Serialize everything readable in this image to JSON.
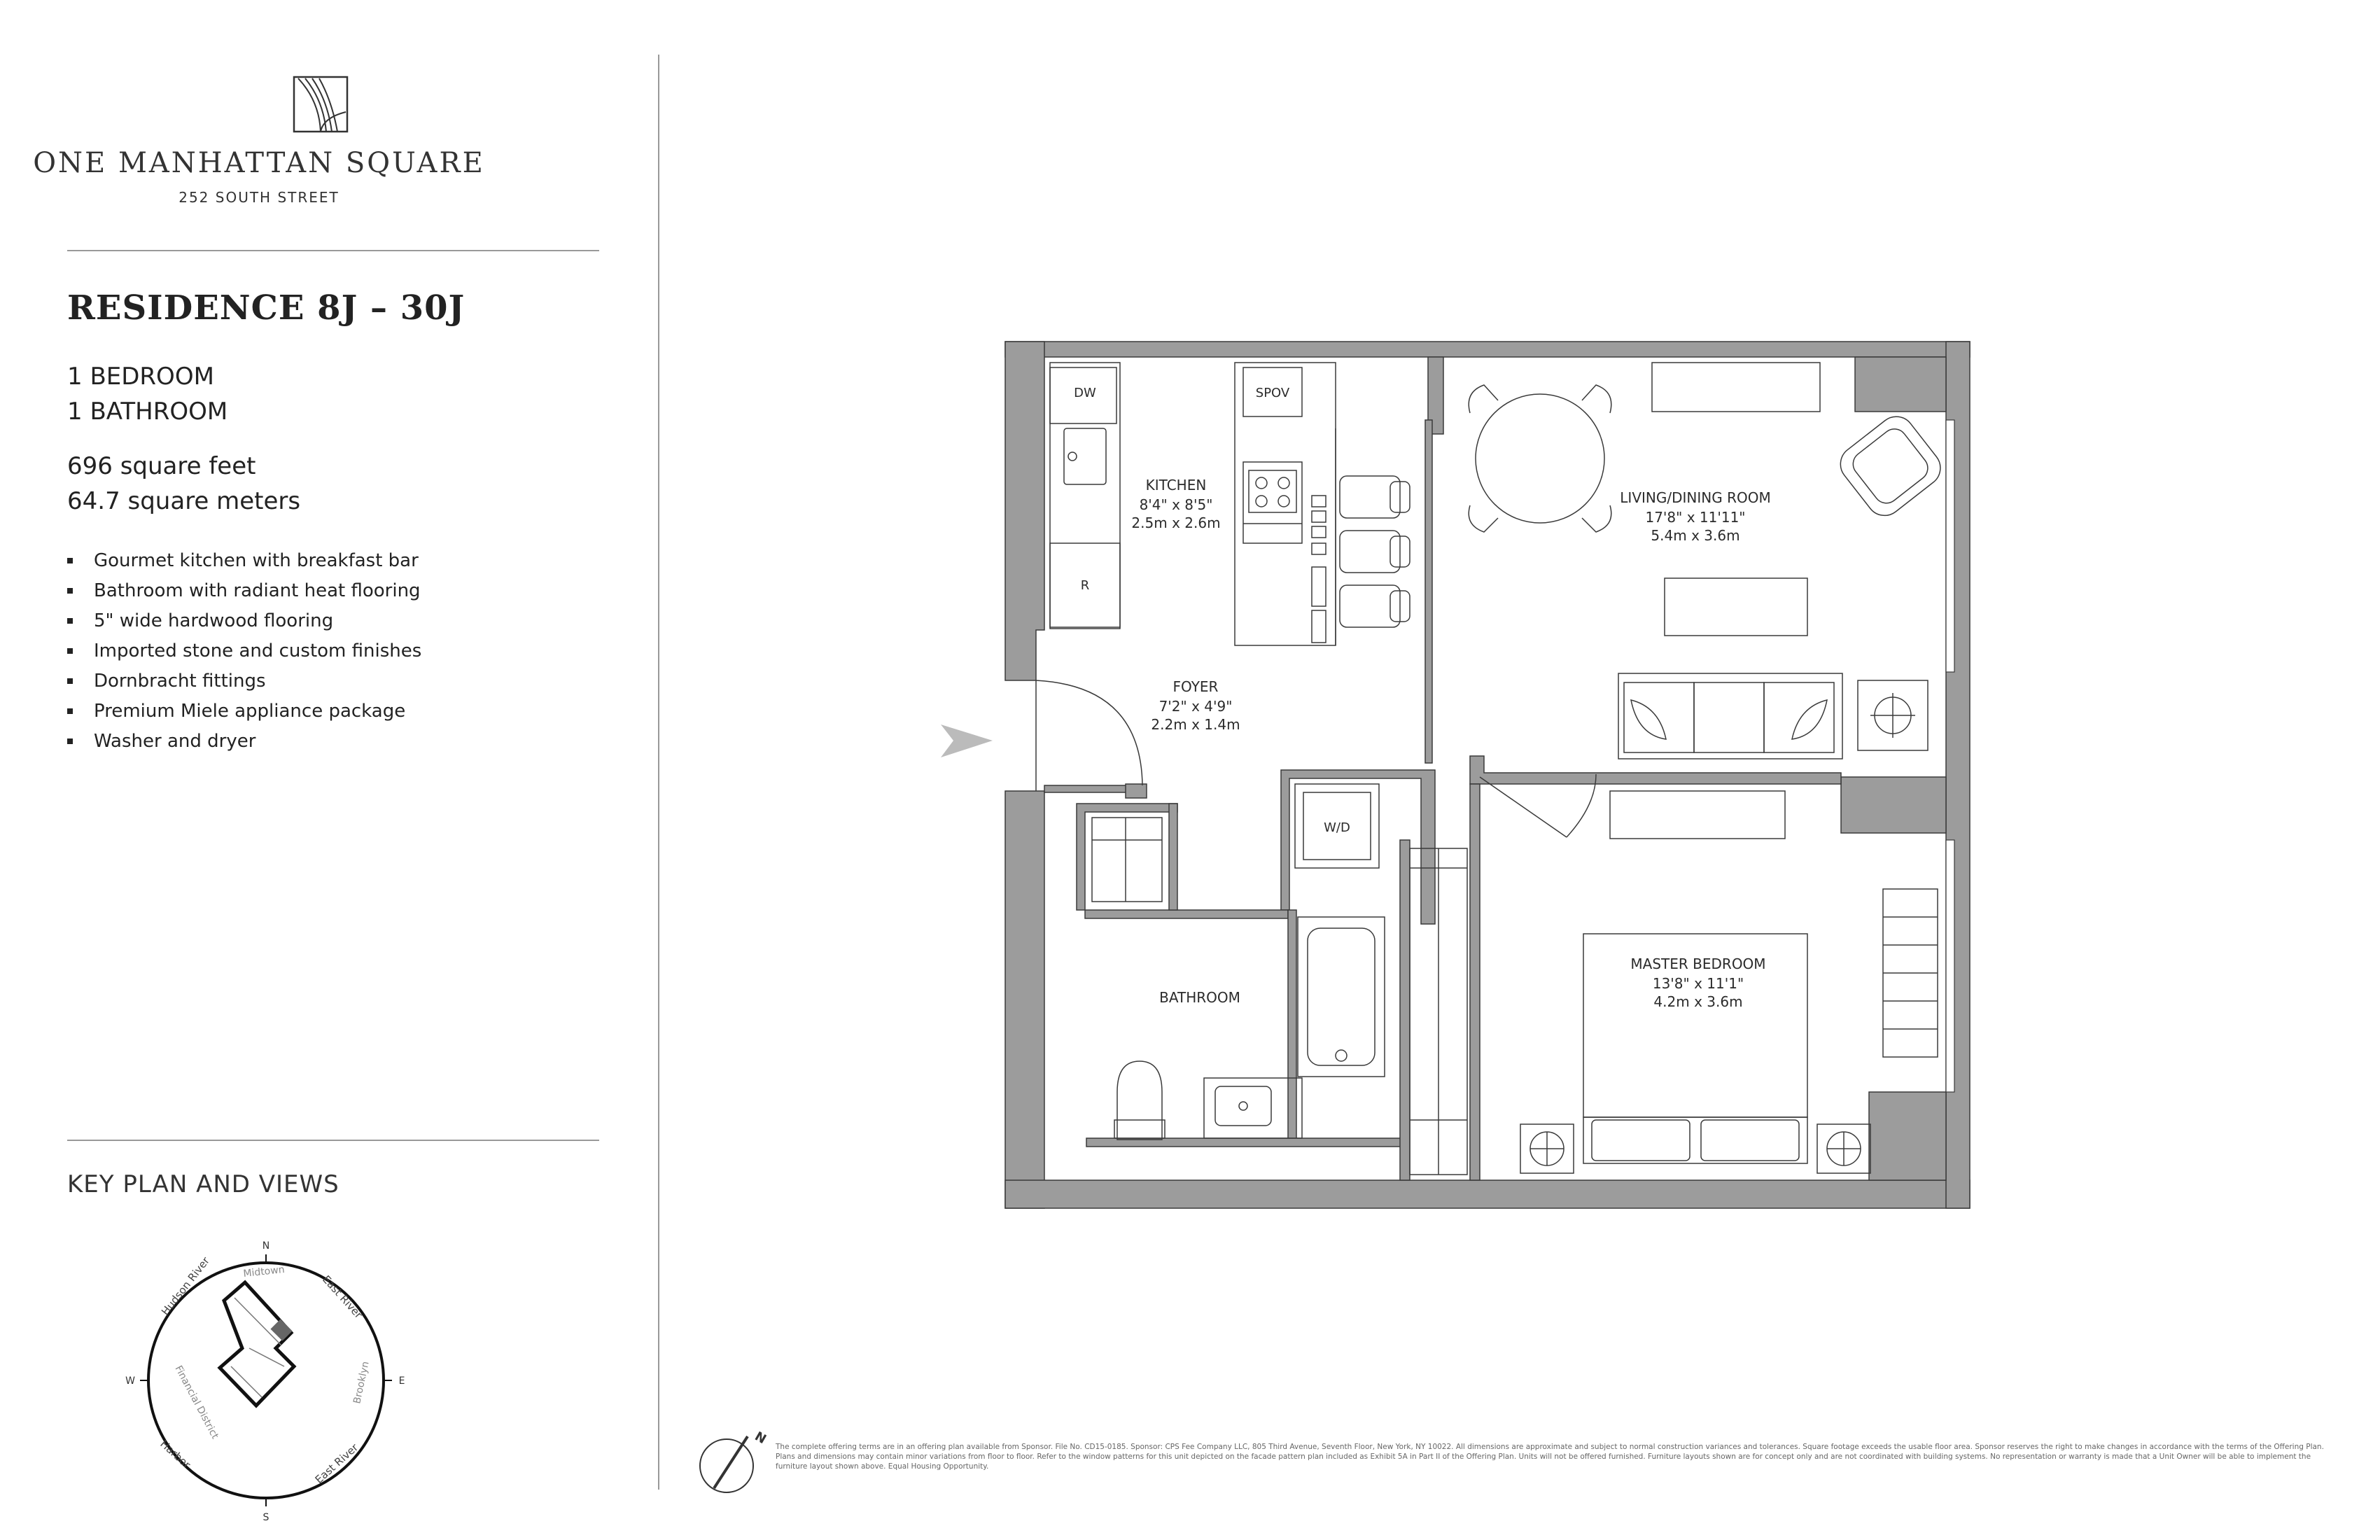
{
  "brand": {
    "name": "ONE MANHATTAN SQUARE",
    "address": "252 SOUTH STREET"
  },
  "residence": {
    "title": "RESIDENCE 8J – 30J",
    "bedrooms": "1 BEDROOM",
    "bathrooms": "1 BATHROOM",
    "area_ft": "696 square feet",
    "area_m": "64.7 square meters"
  },
  "features": [
    "Gourmet kitchen with breakfast bar",
    "Bathroom with radiant heat flooring",
    "5\" wide hardwood flooring",
    "Imported stone and custom finishes",
    "Dornbracht fittings",
    "Premium Miele appliance package",
    "Washer and dryer"
  ],
  "key_plan": {
    "title": "KEY PLAN AND VIEWS",
    "compass": {
      "n": "N",
      "s": "S",
      "e": "E",
      "w": "W"
    },
    "labels": {
      "hudson": "Hudson River",
      "east_river_top": "East River",
      "midtown": "Midtown",
      "brooklyn": "Brooklyn",
      "financial": "Financial District",
      "harbor": "Harbor",
      "east_river_bottom": "East River"
    }
  },
  "rooms": {
    "kitchen": {
      "name": "KITCHEN",
      "ft": "8'4\" x 8'5\"",
      "m": "2.5m x 2.6m"
    },
    "living": {
      "name": "LIVING/DINING ROOM",
      "ft": "17'8\" x 11'11\"",
      "m": "5.4m x 3.6m"
    },
    "foyer": {
      "name": "FOYER",
      "ft": "7'2\" x 4'9\"",
      "m": "2.2m x 1.4m"
    },
    "bathroom": {
      "name": "BATHROOM"
    },
    "master": {
      "name": "MASTER BEDROOM",
      "ft": "13'8\" x 11'1\"",
      "m": "4.2m x 3.6m"
    }
  },
  "appliances": {
    "dw": "DW",
    "spov": "SPOV",
    "r": "R",
    "wd": "W/D"
  },
  "north_label": "N",
  "disclaimer": "The complete offering terms are in an offering plan available from Sponsor. File No. CD15-0185. Sponsor: CPS Fee Company LLC, 805 Third Avenue, Seventh Floor, New York, NY 10022. All dimensions are approximate and subject to normal construction variances and tolerances. Square footage exceeds the usable floor area. Sponsor reserves the right to make changes in accordance with the terms of the Offering Plan. Plans and dimensions may contain minor variations from floor to floor. Refer to the window patterns for this unit depicted on the facade pattern plan included as Exhibit 5A in Part II of the Offering Plan. Units will not be offered furnished. Furniture layouts shown are for concept only and are not coordinated with building systems. No representation or warranty is made that a Unit Owner will be able to implement the furniture layout shown above. Equal Housing Opportunity.",
  "colors": {
    "wall": "#9c9c9c",
    "line": "#3a3a3a",
    "text": "#2b2b2b"
  }
}
